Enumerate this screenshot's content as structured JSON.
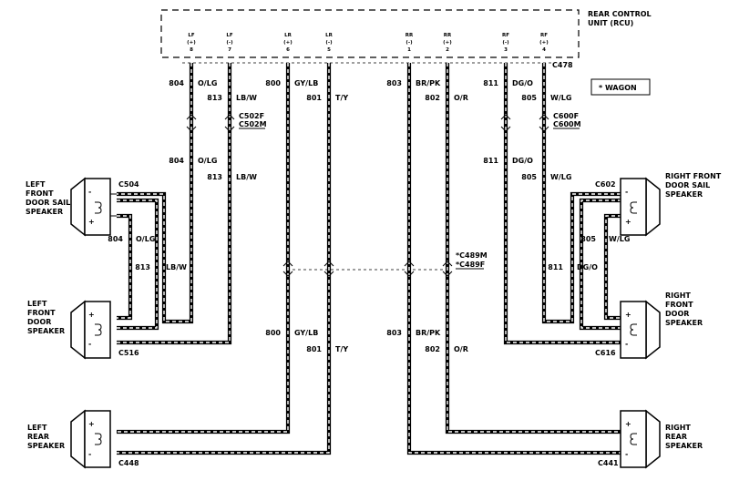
{
  "rcu": {
    "title_line1": "REAR CONTROL",
    "title_line2": "UNIT (RCU)",
    "pins": [
      {
        "name": "LF",
        "polarity": "(+)",
        "num": "8"
      },
      {
        "name": "LF",
        "polarity": "(-)",
        "num": "7"
      },
      {
        "name": "LR",
        "polarity": "(+)",
        "num": "6"
      },
      {
        "name": "LR",
        "polarity": "(-)",
        "num": "5"
      },
      {
        "name": "RR",
        "polarity": "(-)",
        "num": "1"
      },
      {
        "name": "RR",
        "polarity": "(+)",
        "num": "2"
      },
      {
        "name": "RF",
        "polarity": "(-)",
        "num": "3"
      },
      {
        "name": "RF",
        "polarity": "(+)",
        "num": "4"
      }
    ]
  },
  "legend": "* WAGON",
  "connectors": {
    "c478": "C478",
    "c502f": "C502F",
    "c502m": "C502M",
    "c600f": "C600F",
    "c600m": "C600M",
    "c489m": "*C489M",
    "c489f": "*C489F",
    "c504": "C504",
    "c516": "C516",
    "c448": "C448",
    "c602": "C602",
    "c616": "C616",
    "c441": "C441"
  },
  "circuits": {
    "c804": {
      "num": "804",
      "color": "O/LG"
    },
    "c813": {
      "num": "813",
      "color": "LB/W"
    },
    "c800": {
      "num": "800",
      "color": "GY/LB"
    },
    "c801": {
      "num": "801",
      "color": "T/Y"
    },
    "c803": {
      "num": "803",
      "color": "BR/PK"
    },
    "c802": {
      "num": "802",
      "color": "O/R"
    },
    "c811": {
      "num": "811",
      "color": "DG/O"
    },
    "c805": {
      "num": "805",
      "color": "W/LG"
    }
  },
  "speakers": {
    "left_front_sail": [
      "LEFT",
      "FRONT",
      "DOOR SAIL",
      "SPEAKER"
    ],
    "left_front_door": [
      "LEFT",
      "FRONT",
      "DOOR",
      "SPEAKER"
    ],
    "left_rear": [
      "LEFT",
      "REAR",
      "SPEAKER"
    ],
    "right_front_sail": [
      "RIGHT FRONT",
      "DOOR SAIL",
      "SPEAKER"
    ],
    "right_front_door": [
      "RIGHT",
      "FRONT",
      "DOOR",
      "SPEAKER"
    ],
    "right_rear": [
      "RIGHT",
      "REAR",
      "SPEAKER"
    ]
  },
  "terminal": {
    "plus": "+",
    "minus": "-"
  }
}
